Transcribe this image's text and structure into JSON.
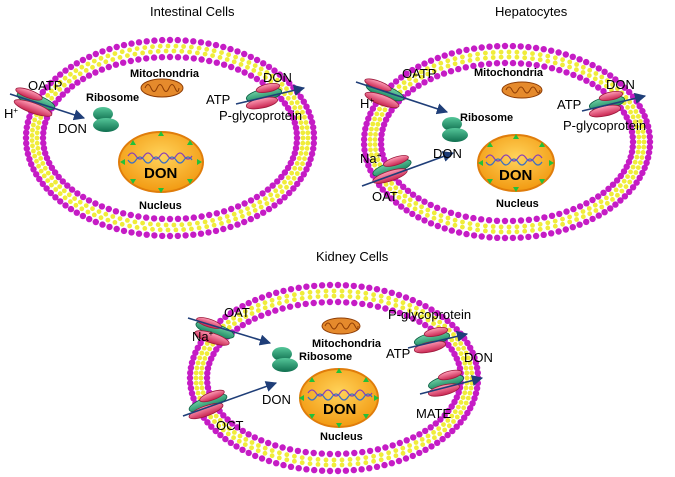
{
  "colors": {
    "membrane_outer": "#c51cc5",
    "membrane_inner": "#f0ec3a",
    "arrow": "#1f3e78",
    "transporter_green": "#2aa27c",
    "transporter_pink": "#e9527b",
    "ribosome": "#1c8f6a",
    "mitochondria": "#c86a1a",
    "nucleus_fill": "#f5a51c",
    "nucleus_rim": "#e07d0b",
    "nucleus_pore": "#22c03a"
  },
  "icons": [
    "ribosome-icon",
    "mitochondria-icon",
    "nucleus-icon",
    "transporter-icon",
    "arrow-icon"
  ],
  "cells": {
    "intestinal": {
      "title": "Intestinal Cells",
      "oatp": "OATP",
      "h_ion": "H",
      "h_sup": "+",
      "don_in": "DON",
      "ribosome": "Ribosome",
      "mitochondria": "Mitochondria",
      "nucleus_don": "DON",
      "nucleus": "Nucleus",
      "atp": "ATP",
      "pgp": "P-glycoprotein",
      "don_out": "DON"
    },
    "hepatocytes": {
      "title": "Hepatocytes",
      "oatp": "OATP",
      "h_ion": "H",
      "h_sup": "+",
      "ribosome": "Ribosome",
      "mitochondria": "Mitochondria",
      "na_ion": "Na",
      "na_sup": "+",
      "don_in": "DON",
      "oat": "OAT",
      "nucleus_don": "DON",
      "nucleus": "Nucleus",
      "atp": "ATP",
      "pgp": "P-glycoprotein",
      "don_out": "DON"
    },
    "kidney": {
      "title": "Kidney Cells",
      "oat": "OAT",
      "na_ion": "Na",
      "na_sup": "+",
      "ribosome": "Ribosome",
      "mitochondria": "Mitochondria",
      "pgp": "P-glycoprotein",
      "atp": "ATP",
      "don_out": "DON",
      "don_in": "DON",
      "nucleus_don": "DON",
      "nucleus": "Nucleus",
      "oct": "OCT",
      "mate": "MATE"
    }
  }
}
